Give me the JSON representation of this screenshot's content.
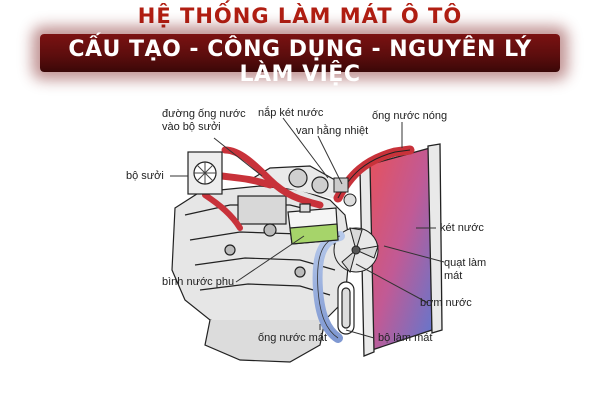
{
  "header": {
    "title_line1": "HỆ THỐNG LÀM MÁT Ô TÔ",
    "title_line2": "CẤU TẠO - CÔNG DỤNG - NGUYÊN LÝ LÀM VIỆC"
  },
  "labels": {
    "heater_hose": [
      "đường ống nước",
      "vào bộ sưởi"
    ],
    "radiator_cap": "nắp két nước",
    "thermostat": "van hằng nhiệt",
    "hot_hose": "ống nước nóng",
    "heater": "bộ sưởi",
    "radiator": "két nước",
    "fan": [
      "quạt làm",
      "mát"
    ],
    "reservoir": "bình nước phụ",
    "water_pump": "bơm nước",
    "cool_hose": "ống nước mát",
    "cooler": "bộ làm mát"
  },
  "colors": {
    "title_red": "#b11e12",
    "banner_dark": "#5a0d0d",
    "hot_hose": "#c8323a",
    "cool_hose": "#8ba8d8",
    "reservoir_fill": "#a6d46a",
    "radiator_top": "#e0404a",
    "radiator_bottom": "#6a7fd0"
  }
}
